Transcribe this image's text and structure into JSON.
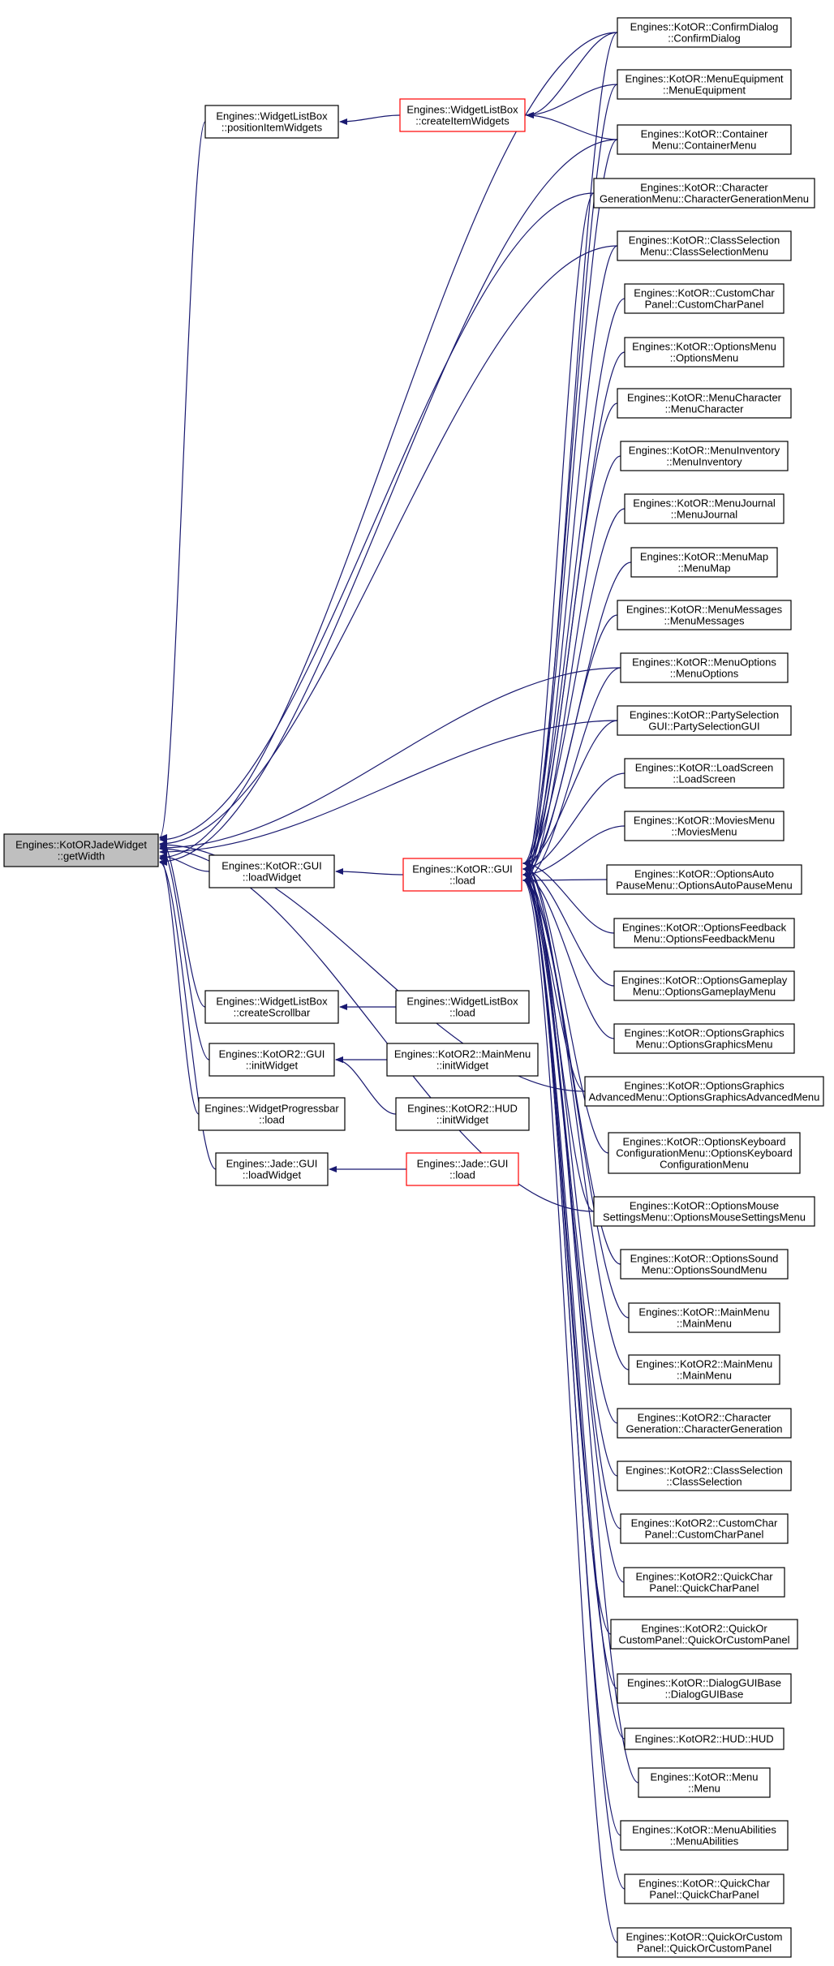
{
  "graph": {
    "edge_color": "#191970",
    "highlight_border": "#ff0000",
    "focus_fill": "#bfbfbf",
    "nodes": [
      {
        "id": "getWidth",
        "lines": [
          "Engines::KotORJadeWidget",
          "::getWidth"
        ],
        "style": "focus"
      },
      {
        "id": "positionItemWidgets",
        "lines": [
          "Engines::WidgetListBox",
          "::positionItemWidgets"
        ],
        "style": "normal"
      },
      {
        "id": "createItemWidgets",
        "lines": [
          "Engines::WidgetListBox",
          "::createItemWidgets"
        ],
        "style": "red"
      },
      {
        "id": "kotorGuiLoadWidget",
        "lines": [
          "Engines::KotOR::GUI",
          "::loadWidget"
        ],
        "style": "normal"
      },
      {
        "id": "kotorGuiLoad",
        "lines": [
          "Engines::KotOR::GUI",
          "::load"
        ],
        "style": "red"
      },
      {
        "id": "createScrollbar",
        "lines": [
          "Engines::WidgetListBox",
          "::createScrollbar"
        ],
        "style": "normal"
      },
      {
        "id": "widgetListBoxLoad",
        "lines": [
          "Engines::WidgetListBox",
          "::load"
        ],
        "style": "normal"
      },
      {
        "id": "kotor2GuiInitWidget",
        "lines": [
          "Engines::KotOR2::GUI",
          "::initWidget"
        ],
        "style": "normal"
      },
      {
        "id": "kotor2MainMenuInitWidget",
        "lines": [
          "Engines::KotOR2::MainMenu",
          "::initWidget"
        ],
        "style": "normal"
      },
      {
        "id": "kotor2HudInitWidget",
        "lines": [
          "Engines::KotOR2::HUD",
          "::initWidget"
        ],
        "style": "normal"
      },
      {
        "id": "progressbarLoad",
        "lines": [
          "Engines::WidgetProgressbar",
          "::load"
        ],
        "style": "normal"
      },
      {
        "id": "jadeGuiLoadWidget",
        "lines": [
          "Engines::Jade::GUI",
          "::loadWidget"
        ],
        "style": "normal"
      },
      {
        "id": "jadeGuiLoad",
        "lines": [
          "Engines::Jade::GUI",
          "::load"
        ],
        "style": "red"
      },
      {
        "id": "r0",
        "lines": [
          "Engines::KotOR::ConfirmDialog",
          "::ConfirmDialog"
        ],
        "style": "normal"
      },
      {
        "id": "r1",
        "lines": [
          "Engines::KotOR::MenuEquipment",
          "::MenuEquipment"
        ],
        "style": "normal"
      },
      {
        "id": "r2",
        "lines": [
          "Engines::KotOR::Container",
          "Menu::ContainerMenu"
        ],
        "style": "normal"
      },
      {
        "id": "r3",
        "lines": [
          "Engines::KotOR::Character",
          "GenerationMenu::CharacterGenerationMenu"
        ],
        "style": "normal"
      },
      {
        "id": "r4",
        "lines": [
          "Engines::KotOR::ClassSelection",
          "Menu::ClassSelectionMenu"
        ],
        "style": "normal"
      },
      {
        "id": "r5",
        "lines": [
          "Engines::KotOR::CustomChar",
          "Panel::CustomCharPanel"
        ],
        "style": "normal"
      },
      {
        "id": "r6",
        "lines": [
          "Engines::KotOR::OptionsMenu",
          "::OptionsMenu"
        ],
        "style": "normal"
      },
      {
        "id": "r7",
        "lines": [
          "Engines::KotOR::MenuCharacter",
          "::MenuCharacter"
        ],
        "style": "normal"
      },
      {
        "id": "r8",
        "lines": [
          "Engines::KotOR::MenuInventory",
          "::MenuInventory"
        ],
        "style": "normal"
      },
      {
        "id": "r9",
        "lines": [
          "Engines::KotOR::MenuJournal",
          "::MenuJournal"
        ],
        "style": "normal"
      },
      {
        "id": "r10",
        "lines": [
          "Engines::KotOR::MenuMap",
          "::MenuMap"
        ],
        "style": "normal"
      },
      {
        "id": "r11",
        "lines": [
          "Engines::KotOR::MenuMessages",
          "::MenuMessages"
        ],
        "style": "normal"
      },
      {
        "id": "r12",
        "lines": [
          "Engines::KotOR::MenuOptions",
          "::MenuOptions"
        ],
        "style": "normal"
      },
      {
        "id": "r13",
        "lines": [
          "Engines::KotOR::PartySelection",
          "GUI::PartySelectionGUI"
        ],
        "style": "normal"
      },
      {
        "id": "r14",
        "lines": [
          "Engines::KotOR::LoadScreen",
          "::LoadScreen"
        ],
        "style": "normal"
      },
      {
        "id": "r15",
        "lines": [
          "Engines::KotOR::MoviesMenu",
          "::MoviesMenu"
        ],
        "style": "normal"
      },
      {
        "id": "r16",
        "lines": [
          "Engines::KotOR::OptionsAuto",
          "PauseMenu::OptionsAutoPauseMenu"
        ],
        "style": "normal"
      },
      {
        "id": "r17",
        "lines": [
          "Engines::KotOR::OptionsFeedback",
          "Menu::OptionsFeedbackMenu"
        ],
        "style": "normal"
      },
      {
        "id": "r18",
        "lines": [
          "Engines::KotOR::OptionsGameplay",
          "Menu::OptionsGameplayMenu"
        ],
        "style": "normal"
      },
      {
        "id": "r19",
        "lines": [
          "Engines::KotOR::OptionsGraphics",
          "Menu::OptionsGraphicsMenu"
        ],
        "style": "normal"
      },
      {
        "id": "r20",
        "lines": [
          "Engines::KotOR::OptionsGraphics",
          "AdvancedMenu::OptionsGraphicsAdvancedMenu"
        ],
        "style": "normal"
      },
      {
        "id": "r21",
        "lines": [
          "Engines::KotOR::OptionsKeyboard",
          "ConfigurationMenu::OptionsKeyboard",
          "ConfigurationMenu"
        ],
        "style": "normal"
      },
      {
        "id": "r22",
        "lines": [
          "Engines::KotOR::OptionsMouse",
          "SettingsMenu::OptionsMouseSettingsMenu"
        ],
        "style": "normal"
      },
      {
        "id": "r23",
        "lines": [
          "Engines::KotOR::OptionsSound",
          "Menu::OptionsSoundMenu"
        ],
        "style": "normal"
      },
      {
        "id": "r24",
        "lines": [
          "Engines::KotOR::MainMenu",
          "::MainMenu"
        ],
        "style": "normal"
      },
      {
        "id": "r25",
        "lines": [
          "Engines::KotOR2::MainMenu",
          "::MainMenu"
        ],
        "style": "normal"
      },
      {
        "id": "r26",
        "lines": [
          "Engines::KotOR2::Character",
          "Generation::CharacterGeneration"
        ],
        "style": "normal"
      },
      {
        "id": "r27",
        "lines": [
          "Engines::KotOR2::ClassSelection",
          "::ClassSelection"
        ],
        "style": "normal"
      },
      {
        "id": "r28",
        "lines": [
          "Engines::KotOR2::CustomChar",
          "Panel::CustomCharPanel"
        ],
        "style": "normal"
      },
      {
        "id": "r29",
        "lines": [
          "Engines::KotOR2::QuickChar",
          "Panel::QuickCharPanel"
        ],
        "style": "normal"
      },
      {
        "id": "r30",
        "lines": [
          "Engines::KotOR2::QuickOr",
          "CustomPanel::QuickOrCustomPanel"
        ],
        "style": "normal"
      },
      {
        "id": "r31",
        "lines": [
          "Engines::KotOR::DialogGUIBase",
          "::DialogGUIBase"
        ],
        "style": "normal"
      },
      {
        "id": "r32",
        "lines": [
          "Engines::KotOR2::HUD::HUD"
        ],
        "style": "normal"
      },
      {
        "id": "r33",
        "lines": [
          "Engines::KotOR::Menu",
          "::Menu"
        ],
        "style": "normal"
      },
      {
        "id": "r34",
        "lines": [
          "Engines::KotOR::MenuAbilities",
          "::MenuAbilities"
        ],
        "style": "normal"
      },
      {
        "id": "r35",
        "lines": [
          "Engines::KotOR::QuickChar",
          "Panel::QuickCharPanel"
        ],
        "style": "normal"
      },
      {
        "id": "r36",
        "lines": [
          "Engines::KotOR::QuickOrCustom",
          "Panel::QuickOrCustomPanel"
        ],
        "style": "normal"
      }
    ],
    "edges": [
      [
        "positionItemWidgets",
        "getWidth"
      ],
      [
        "createItemWidgets",
        "positionItemWidgets"
      ],
      [
        "r0",
        "createItemWidgets"
      ],
      [
        "r1",
        "createItemWidgets"
      ],
      [
        "r2",
        "createItemWidgets"
      ],
      [
        "r0",
        "getWidth"
      ],
      [
        "r2",
        "getWidth"
      ],
      [
        "r3",
        "getWidth"
      ],
      [
        "r4",
        "getWidth"
      ],
      [
        "r12",
        "getWidth"
      ],
      [
        "r13",
        "getWidth"
      ],
      [
        "kotorGuiLoadWidget",
        "getWidth"
      ],
      [
        "kotorGuiLoad",
        "kotorGuiLoadWidget"
      ],
      [
        "createScrollbar",
        "getWidth"
      ],
      [
        "widgetListBoxLoad",
        "createScrollbar"
      ],
      [
        "kotor2GuiInitWidget",
        "getWidth"
      ],
      [
        "kotor2MainMenuInitWidget",
        "kotor2GuiInitWidget"
      ],
      [
        "kotor2HudInitWidget",
        "kotor2GuiInitWidget"
      ],
      [
        "progressbarLoad",
        "getWidth"
      ],
      [
        "jadeGuiLoadWidget",
        "getWidth"
      ],
      [
        "jadeGuiLoad",
        "jadeGuiLoadWidget"
      ],
      [
        "r20",
        "getWidth"
      ],
      [
        "r22",
        "getWidth"
      ],
      [
        "r0",
        "kotorGuiLoad"
      ],
      [
        "r1",
        "kotorGuiLoad"
      ],
      [
        "r2",
        "kotorGuiLoad"
      ],
      [
        "r3",
        "kotorGuiLoad"
      ],
      [
        "r4",
        "kotorGuiLoad"
      ],
      [
        "r5",
        "kotorGuiLoad"
      ],
      [
        "r6",
        "kotorGuiLoad"
      ],
      [
        "r7",
        "kotorGuiLoad"
      ],
      [
        "r8",
        "kotorGuiLoad"
      ],
      [
        "r9",
        "kotorGuiLoad"
      ],
      [
        "r10",
        "kotorGuiLoad"
      ],
      [
        "r11",
        "kotorGuiLoad"
      ],
      [
        "r12",
        "kotorGuiLoad"
      ],
      [
        "r13",
        "kotorGuiLoad"
      ],
      [
        "r14",
        "kotorGuiLoad"
      ],
      [
        "r15",
        "kotorGuiLoad"
      ],
      [
        "r16",
        "kotorGuiLoad"
      ],
      [
        "r17",
        "kotorGuiLoad"
      ],
      [
        "r18",
        "kotorGuiLoad"
      ],
      [
        "r19",
        "kotorGuiLoad"
      ],
      [
        "r20",
        "kotorGuiLoad"
      ],
      [
        "r21",
        "kotorGuiLoad"
      ],
      [
        "r22",
        "kotorGuiLoad"
      ],
      [
        "r23",
        "kotorGuiLoad"
      ],
      [
        "r24",
        "kotorGuiLoad"
      ],
      [
        "r25",
        "kotorGuiLoad"
      ],
      [
        "r26",
        "kotorGuiLoad"
      ],
      [
        "r27",
        "kotorGuiLoad"
      ],
      [
        "r28",
        "kotorGuiLoad"
      ],
      [
        "r29",
        "kotorGuiLoad"
      ],
      [
        "r30",
        "kotorGuiLoad"
      ],
      [
        "r31",
        "kotorGuiLoad"
      ],
      [
        "r32",
        "kotorGuiLoad"
      ],
      [
        "r33",
        "kotorGuiLoad"
      ],
      [
        "r34",
        "kotorGuiLoad"
      ],
      [
        "r35",
        "kotorGuiLoad"
      ],
      [
        "r36",
        "kotorGuiLoad"
      ]
    ]
  }
}
